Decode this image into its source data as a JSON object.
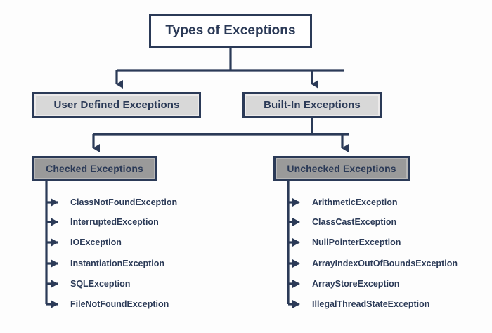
{
  "diagram": {
    "title": "Types of Exceptions",
    "type": "hierarchy-tree",
    "colors": {
      "background": "#fdfdfd",
      "border": "#2b3a57",
      "text": "#2b3a57",
      "root_fill": "#ffffff",
      "level2_fill": "#d8d8d8",
      "level3_fill": "#9a9a9a",
      "connector": "#2b3a57"
    },
    "root": {
      "label": "Types of Exceptions"
    },
    "level2": {
      "user_defined": {
        "label": "User Defined Exceptions"
      },
      "built_in": {
        "label": "Built-In Exceptions"
      }
    },
    "level3": {
      "checked": {
        "label": "Checked Exceptions"
      },
      "unchecked": {
        "label": "Unchecked Exceptions"
      }
    },
    "checked_items": [
      {
        "label": "ClassNotFoundException"
      },
      {
        "label": "InterruptedException"
      },
      {
        "label": "IOException"
      },
      {
        "label": "InstantiationException"
      },
      {
        "label": "SQLException"
      },
      {
        "label": "FileNotFoundException"
      }
    ],
    "unchecked_items": [
      {
        "label": "ArithmeticException"
      },
      {
        "label": "ClassCastException"
      },
      {
        "label": "NullPointerException"
      },
      {
        "label": "ArrayIndexOutOfBoundsException"
      },
      {
        "label": "ArrayStoreException"
      },
      {
        "label": "IllegalThreadStateException"
      }
    ],
    "icons": {
      "arrow": "arrow-right-icon",
      "down_arrow": "arrow-down-icon"
    }
  }
}
